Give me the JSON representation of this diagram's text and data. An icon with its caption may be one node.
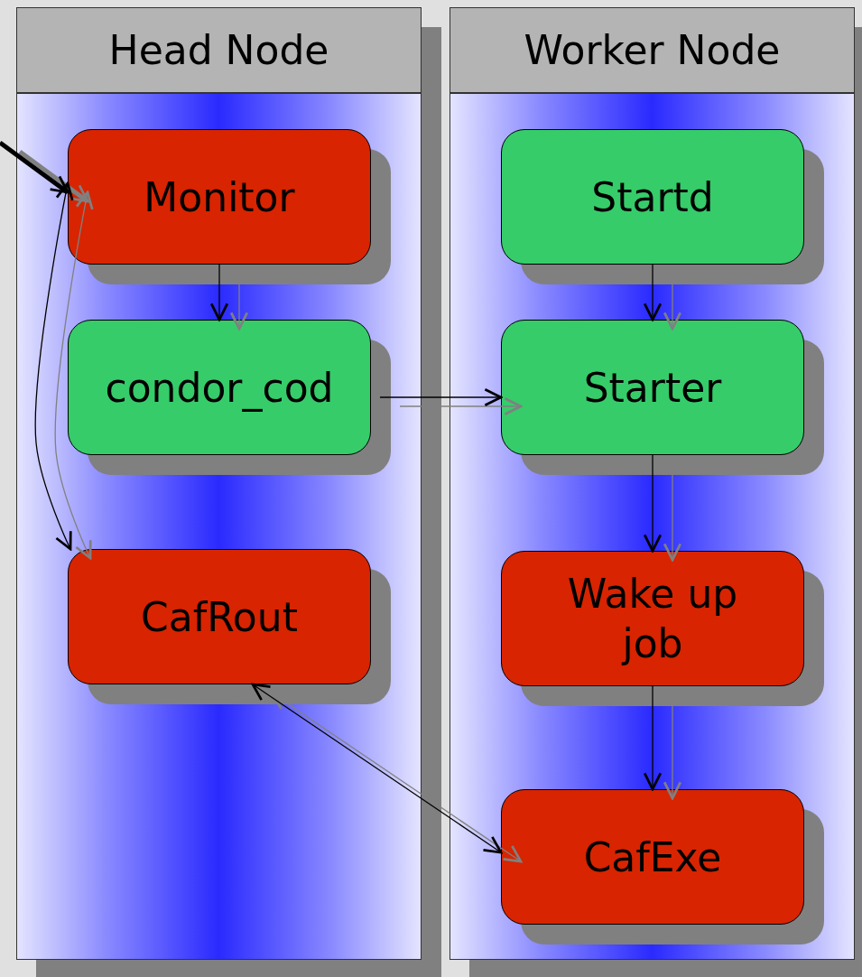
{
  "diagram": {
    "nodes": [
      {
        "text": [
          "Head Node"
        ]
      },
      {
        "text": [
          "Monitor"
        ],
        "in": 0
      },
      {
        "text": [
          "condor_cod"
        ],
        "in": 0
      },
      {
        "text": [
          "CafRout"
        ],
        "in": 0
      },
      {
        "text": [
          "Worker Node"
        ]
      },
      {
        "text": [
          "Startd"
        ],
        "in": 4
      },
      {
        "text": [
          "Starter"
        ],
        "in": 4
      },
      {
        "text": [
          "Wake up job"
        ],
        "in": 4
      },
      {
        "text": [
          "CafExe"
        ],
        "in": 4
      }
    ],
    "edges": [
      {
        "from": null,
        "to": 1,
        "arrow": "to",
        "style": "thick"
      },
      {
        "from": 1,
        "to": 2,
        "arrow": "to"
      },
      {
        "from": 2,
        "to": 6,
        "arrow": "to"
      },
      {
        "from": 1,
        "to": 3,
        "arrow": "both"
      },
      {
        "from": 3,
        "to": 8,
        "arrow": "both"
      },
      {
        "from": 5,
        "to": 6,
        "arrow": "to"
      },
      {
        "from": 6,
        "to": 7,
        "arrow": "to"
      },
      {
        "from": 7,
        "to": 8,
        "arrow": "to"
      }
    ]
  }
}
